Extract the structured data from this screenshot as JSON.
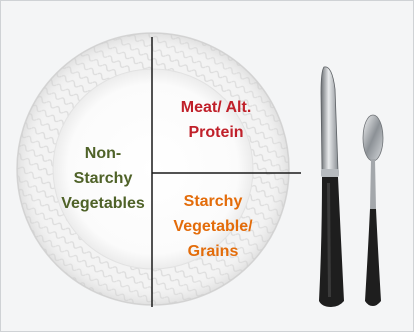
{
  "plate": {
    "sections": {
      "vegetables": {
        "lines": [
          "Non-",
          "Starchy",
          "Vegetables"
        ],
        "color": "#4f6228"
      },
      "protein": {
        "lines": [
          "Meat/ Alt.",
          "Protein"
        ],
        "color": "#c0202a"
      },
      "starch": {
        "lines": [
          "Starchy",
          "Vegetable/",
          "Grains"
        ],
        "color": "#e36c0a"
      }
    },
    "divider_color": "#1a1a1a"
  },
  "utensils": [
    {
      "name": "knife-icon"
    },
    {
      "name": "spoon-icon"
    }
  ],
  "colors": {
    "background": "#f4f5f6",
    "plate_rim": "#f2f2f2",
    "plate_center": "#ffffff",
    "metal": "#9aa0a6",
    "handle": "#1e1e1e"
  }
}
